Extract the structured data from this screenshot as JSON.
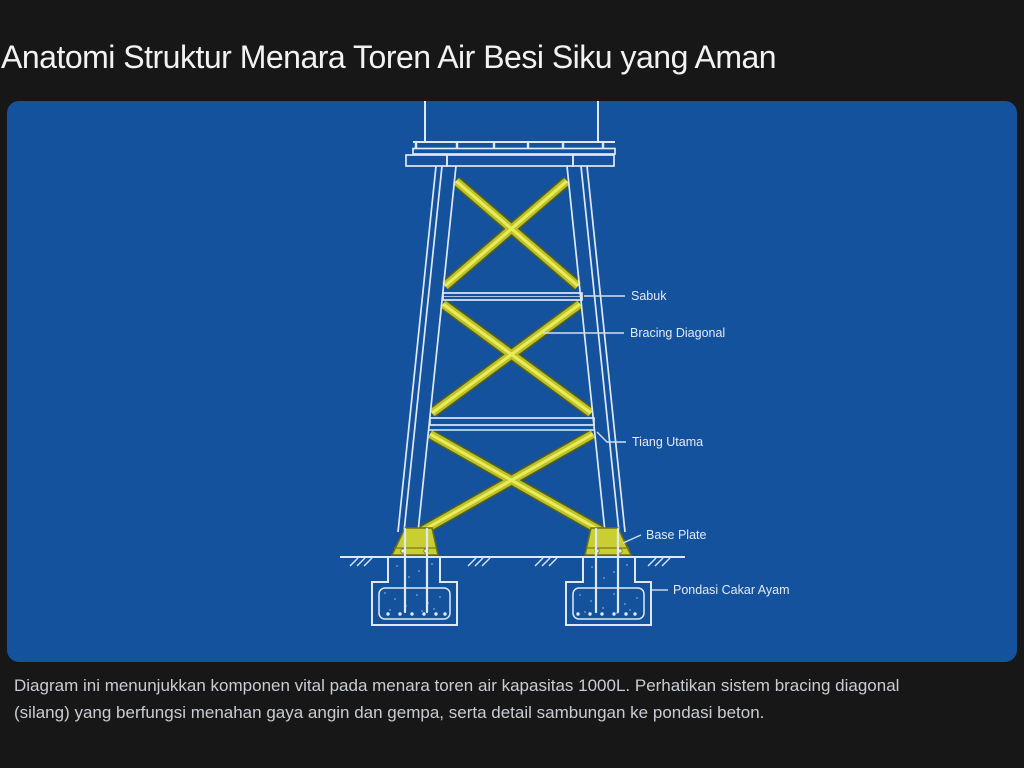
{
  "title": "Anatomi Struktur Menara Toren Air Besi Siku yang Aman",
  "diagram": {
    "labels": {
      "sabuk": "Sabuk",
      "bracing_diagonal": "Bracing Diagonal",
      "tiang_utama": "Tiang Utama",
      "base_plate": "Base Plate",
      "pondasi_cakar_ayam": "Pondasi Cakar Ayam"
    },
    "colors": {
      "page_bg": "#171717",
      "blueprint_bg": "#14529e",
      "line": "#dfe9f4",
      "brace_outline": "#595e12",
      "brace_body": "#bcc22e",
      "brace_highlight": "#e9ec55",
      "plate_fill": "#c9ce33",
      "title_text": "#f2f2f4",
      "caption_text": "#c9cdd3"
    }
  },
  "caption": {
    "line1": "Diagram ini menunjukkan komponen vital pada menara toren air kapasitas 1000L. Perhatikan sistem bracing diagonal",
    "line2": "(silang) yang berfungsi menahan gaya angin dan gempa, serta detail sambungan ke pondasi beton."
  }
}
